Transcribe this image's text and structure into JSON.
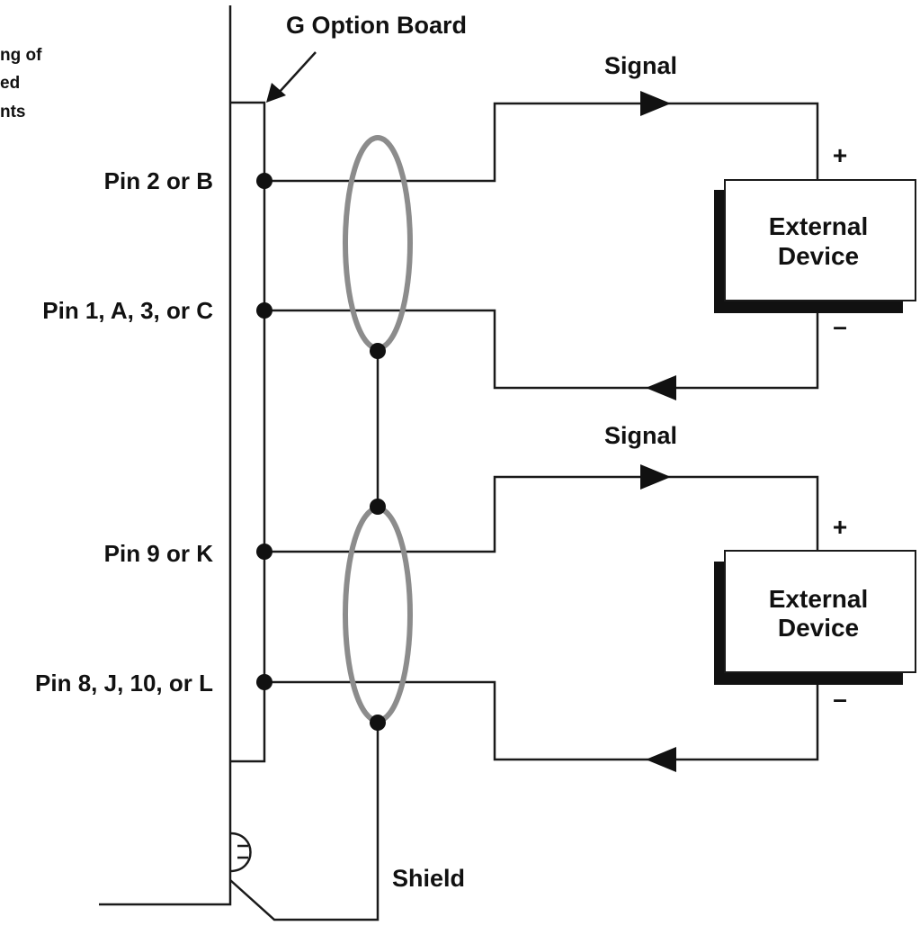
{
  "partial_label": [
    "ng of",
    "ed",
    "nts"
  ],
  "board_label": "G Option Board",
  "pins": {
    "pin_2_b": "Pin 2 or B",
    "pin_1_a_3_c": "Pin 1, A, 3, or C",
    "pin_9_k": "Pin 9 or K",
    "pin_8_j_10_l": "Pin 8, J, 10, or L"
  },
  "circuits": [
    {
      "signal_label": "Signal",
      "plus_label": "+",
      "minus_label": "–",
      "device_line1": "External",
      "device_line2": "Device"
    },
    {
      "signal_label": "Signal",
      "plus_label": "+",
      "minus_label": "–",
      "device_line1": "External",
      "device_line2": "Device"
    }
  ],
  "shield_label": "Shield",
  "colors": {
    "wire": "#1a1a1a",
    "shield_loop": "#8c8c8c",
    "device_shadow": "#111111"
  },
  "icons": {
    "ground_lug": "ground-lug-icon"
  }
}
